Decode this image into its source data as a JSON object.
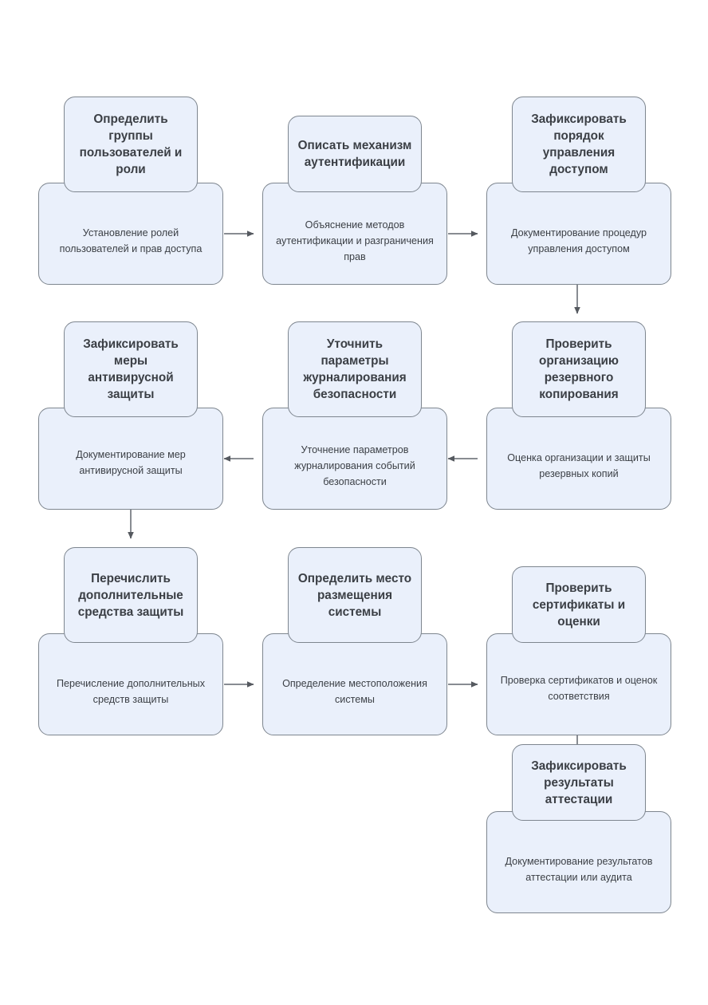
{
  "diagram": {
    "type": "flowchart",
    "orientation": "serpentine-grid",
    "columns": 3,
    "theme": {
      "node_fill": "#eaf0fb",
      "node_border": "#7e868f",
      "text_color": "#3b3f45",
      "edge_color": "#888c92",
      "background": "#ffffff"
    },
    "nodes": [
      {
        "id": "n1",
        "title": "Определить группы пользователей и роли",
        "description": "Установление ролей пользователей и прав доступа",
        "title_lines": 4,
        "desc_lines": 3
      },
      {
        "id": "n2",
        "title": "Описать механизм аутентификации",
        "description": "Объяснение методов аутентификации и разграничения прав",
        "title_lines": 3,
        "desc_lines": 3
      },
      {
        "id": "n3",
        "title": "Зафиксировать порядок управления доступом",
        "description": "Документирование процедур управления доступом",
        "title_lines": 4,
        "desc_lines": 3
      },
      {
        "id": "n4",
        "title": "Зафиксировать меры антивирусной защиты",
        "description": "Документирование мер антивирусной защиты",
        "title_lines": 4,
        "desc_lines": 2
      },
      {
        "id": "n5",
        "title": "Уточнить параметры журналирования безопасности",
        "description": "Уточнение параметров журналирования событий безопасности",
        "title_lines": 4,
        "desc_lines": 3
      },
      {
        "id": "n6",
        "title": "Проверить организацию резервного копирования",
        "description": "Оценка организации и защиты резервных копий",
        "title_lines": 4,
        "desc_lines": 3
      },
      {
        "id": "n7",
        "title": "Перечислить дополнительные средства защиты",
        "description": "Перечисление дополнительных средств защиты",
        "title_lines": 4,
        "desc_lines": 3
      },
      {
        "id": "n8",
        "title": "Определить место размещения системы",
        "description": "Определение местоположения системы",
        "title_lines": 4,
        "desc_lines": 3
      },
      {
        "id": "n9",
        "title": "Проверить сертификаты и оценки",
        "description": "Проверка сертификатов и оценок соответствия",
        "title_lines": 3,
        "desc_lines": 2
      },
      {
        "id": "n10",
        "title": "Зафиксировать результаты аттестации",
        "description": "Документирование результатов аттестации или аудита",
        "title_lines": 3,
        "desc_lines": 3
      }
    ],
    "edges": [
      {
        "from": "n1",
        "to": "n2",
        "direction": "right"
      },
      {
        "from": "n2",
        "to": "n3",
        "direction": "right"
      },
      {
        "from": "n3",
        "to": "n6",
        "direction": "down"
      },
      {
        "from": "n6",
        "to": "n5",
        "direction": "left"
      },
      {
        "from": "n5",
        "to": "n4",
        "direction": "left"
      },
      {
        "from": "n4",
        "to": "n7",
        "direction": "down"
      },
      {
        "from": "n7",
        "to": "n8",
        "direction": "right"
      },
      {
        "from": "n8",
        "to": "n9",
        "direction": "right"
      },
      {
        "from": "n9",
        "to": "n10",
        "direction": "down"
      }
    ]
  }
}
